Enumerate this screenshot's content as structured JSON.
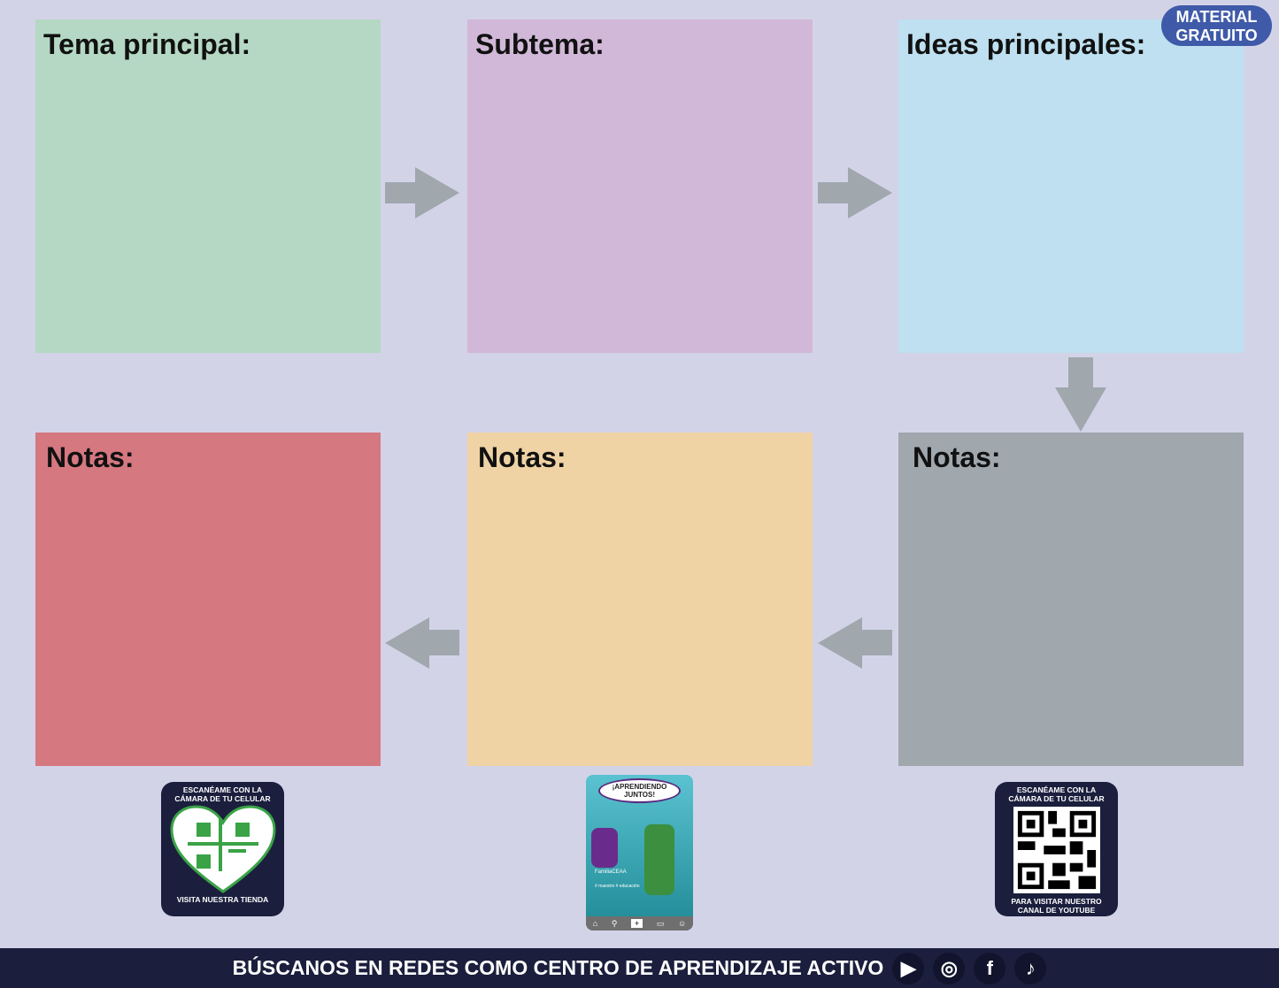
{
  "badge": {
    "line1": "MATERIAL",
    "line2": "GRATUITO"
  },
  "boxes": [
    {
      "title": "Tema principal:",
      "color": "#b5d8c4"
    },
    {
      "title": "Subtema:",
      "color": "#d1b8d8"
    },
    {
      "title": "Ideas principales:",
      "color": "#bee0f0"
    },
    {
      "title": "Notas:",
      "color": "#d57880"
    },
    {
      "title": "Notas:",
      "color": "#efd3a5"
    },
    {
      "title": "Notas:",
      "color": "#a0a7ad"
    }
  ],
  "qr_store": {
    "top": "ESCANÉAME CON LA CÁMARA DE TU CELULAR",
    "bottom": "VISITA NUESTRA TIENDA"
  },
  "qr_youtube": {
    "top": "ESCANÉAME CON LA CÁMARA DE TU CELULAR",
    "bottom": "PARA VISITAR NUESTRO CANAL DE YOUTUBE"
  },
  "phone": {
    "bubble": "¡APRENDIENDO JUNTOS!",
    "handle": "FamiliaCEAA",
    "tags": "# maestro  # educación"
  },
  "footer": {
    "text": "BÚSCANOS EN REDES COMO CENTRO DE APRENDIZAJE ACTIVO",
    "icons": [
      "youtube-icon",
      "instagram-icon",
      "facebook-icon",
      "tiktok-icon"
    ]
  }
}
